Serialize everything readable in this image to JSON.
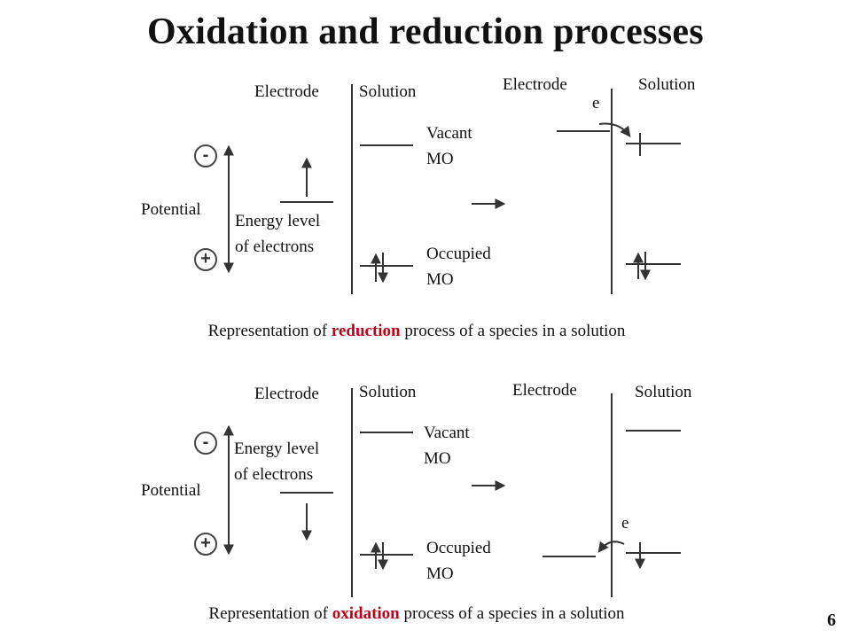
{
  "title": "Oxidation and reduction processes",
  "colors": {
    "highlight": "#c0001a",
    "ink": "#111111"
  },
  "reduction": {
    "left": {
      "electrode": "Electrode",
      "solution": "Solution",
      "vacant_line1": "Vacant",
      "vacant_line2": "MO",
      "occupied_line1": "Occupied",
      "occupied_line2": "MO",
      "potential": "Potential",
      "energy_line1": "Energy level",
      "energy_line2": "of electrons",
      "minus": "-",
      "plus": "+"
    },
    "right": {
      "electrode": "Electrode",
      "solution": "Solution",
      "electron": "e"
    },
    "caption": {
      "pre": "Representation of ",
      "keyword": "reduction",
      "post": " process of a species in a solution"
    }
  },
  "oxidation": {
    "left": {
      "electrode": "Electrode",
      "solution": "Solution",
      "vacant_line1": "Vacant",
      "vacant_line2": "MO",
      "occupied_line1": "Occupied",
      "occupied_line2": "MO",
      "potential": "Potential",
      "energy_line1": "Energy level",
      "energy_line2": "of electrons",
      "minus": "-",
      "plus": "+"
    },
    "right": {
      "electrode": "Electrode",
      "solution": "Solution",
      "electron": "e"
    },
    "caption": {
      "pre": "Representation of ",
      "keyword": "oxidation",
      "post": " process of a species in a solution"
    }
  },
  "page_number": "6"
}
